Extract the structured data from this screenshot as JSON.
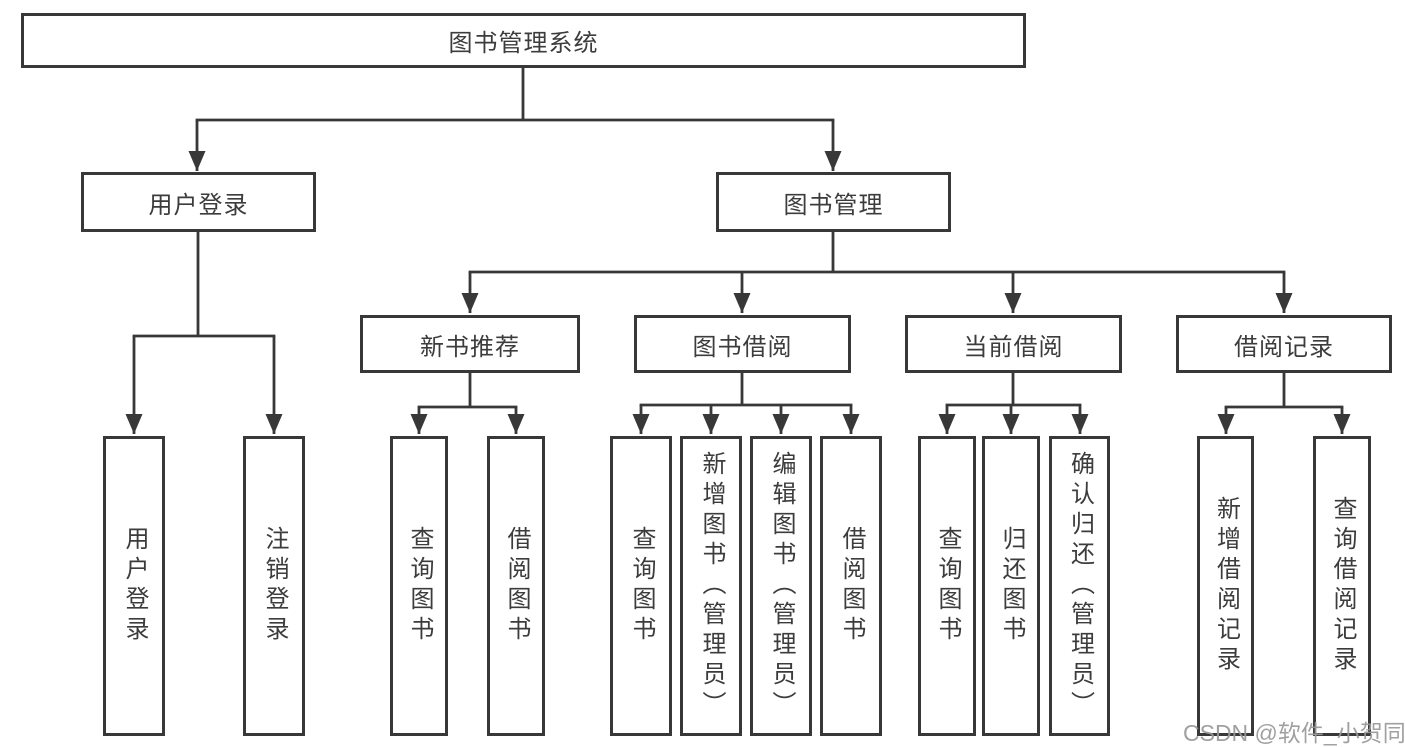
{
  "diagram_title": "图书管理系统",
  "tree": {
    "root": "图书管理系统",
    "branches": [
      {
        "label": "用户登录",
        "children": [
          "用户登录",
          "注销登录"
        ]
      },
      {
        "label": "图书管理",
        "children": [
          {
            "label": "新书推荐",
            "children": [
              "查询图书",
              "借阅图书"
            ]
          },
          {
            "label": "图书借阅",
            "children": [
              "查询图书",
              "新增图书（管理员）",
              "编辑图书（管理员）",
              "借阅图书"
            ]
          },
          {
            "label": "当前借阅",
            "children": [
              "查询图书",
              "归还图书",
              "确认归还（管理员）"
            ]
          },
          {
            "label": "借阅记录",
            "children": [
              "新增借阅记录",
              "查询借阅记录"
            ]
          }
        ]
      }
    ]
  },
  "watermark": "CSDN @软件_小贺同学",
  "colors": {
    "line": "#383838",
    "box_border": "#383838",
    "text": "#3c3c3c",
    "watermark": "#989898",
    "background": "#ffffff"
  }
}
